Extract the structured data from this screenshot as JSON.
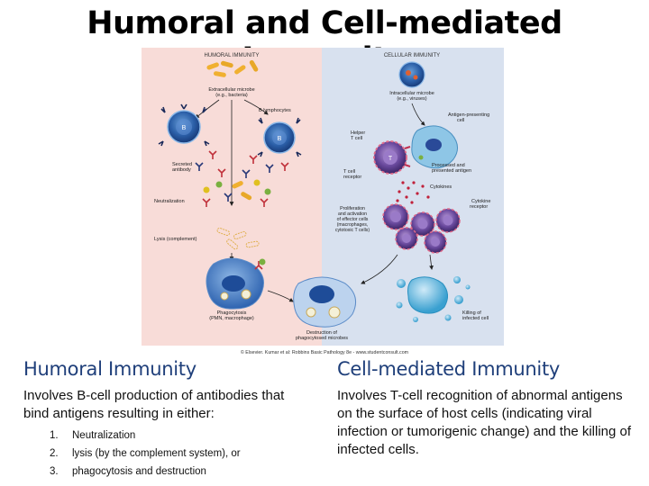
{
  "page": {
    "title": "Humoral and Cell-mediated Immunity"
  },
  "figure": {
    "humoral_header": "HUMORAL IMMUNITY",
    "cellular_header": "CELLULAR IMMUNITY",
    "labels": {
      "extracellular_microbe": [
        "Extracellular microbe",
        "(e.g., bacteria)"
      ],
      "b_lymphocytes": "B lymphocytes",
      "secreted_antibody": [
        "Secreted",
        "antibody"
      ],
      "neutralization": "Neutralization",
      "lysis": "Lysis (complement)",
      "phagocytosis": [
        "Phagocytosis",
        "(PMN, macrophage)"
      ],
      "destruction": [
        "Destruction of",
        "phagocytosed microbes"
      ],
      "intracellular_microbe": [
        "Intracellular microbe",
        "(e.g., viruses)"
      ],
      "apc": [
        "Antigen-presenting",
        "cell"
      ],
      "helper_t": [
        "Helper",
        "T cell"
      ],
      "t_cell_receptor": [
        "T cell",
        "receptor"
      ],
      "processed_antigen": [
        "Processed and",
        "presented antigen"
      ],
      "cytokines": "Cytokines",
      "cytokine_receptor": [
        "Cytokine",
        "receptor"
      ],
      "proliferation": [
        "Proliferation",
        "and activation",
        "of effector cells",
        "(macrophages,",
        "cytotoxic T cells)"
      ],
      "killing": [
        "Killing of",
        "infected cell"
      ],
      "b_cell_letter": "B",
      "t_cell_letter": "T"
    },
    "credit": "© Elsevier. Kumar et al: Robbins Basic Pathology 8e - www.studentconsult.com"
  },
  "humoral": {
    "heading": "Humoral Immunity",
    "description": "Involves B-cell production of antibodies that bind antigens resulting in either:",
    "items": [
      {
        "num": "1.",
        "text": "Neutralization"
      },
      {
        "num": "2.",
        "text": "lysis (by the complement system), or"
      },
      {
        "num": "3.",
        "text": "phagocytosis and destruction"
      }
    ]
  },
  "cellular": {
    "heading": "Cell-mediated Immunity",
    "description": "Involves T-cell recognition of abnormal antigens on the surface of host cells (indicating viral infection or tumorigenic change) and the killing of infected cells."
  }
}
